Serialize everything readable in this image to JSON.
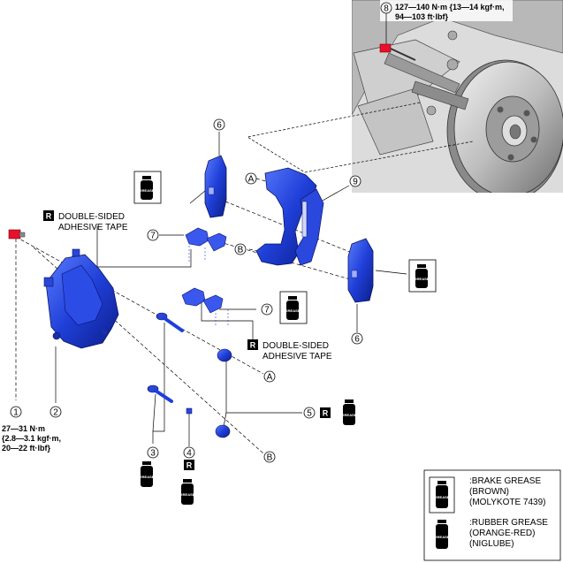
{
  "callouts": {
    "c1": "1",
    "c2": "2",
    "c3": "3",
    "c4": "4",
    "c5": "5",
    "c6a": "6",
    "c6b": "6",
    "c7a": "7",
    "c7b": "7",
    "c8": "8",
    "c9": "9"
  },
  "refs": {
    "a1": "A",
    "a2": "A",
    "b1": "B",
    "b2": "B"
  },
  "r_mark": "R",
  "grease_icon_text": "GREASE",
  "torque_1": [
    "27—31 N·m",
    "{2.8—3.1 kgf·m,",
    "20—22 ft·lbf}"
  ],
  "torque_8": [
    "127—140 N·m {13—14 kgf·m,",
    "94—103 ft·lbf}"
  ],
  "tape_1": [
    "DOUBLE-SIDED",
    "ADHESIVE TAPE"
  ],
  "tape_2": [
    "DOUBLE-SIDED",
    "ADHESIVE TAPE"
  ],
  "legend": {
    "brake": [
      ":BRAKE GREASE",
      "(BROWN)",
      "(MOLYKOTE 7439)"
    ],
    "rubber": [
      ":RUBBER GREASE",
      "(ORANGE-RED)",
      "(NIGLUBE)"
    ]
  },
  "colors": {
    "part_blue": "#1f3fd8",
    "bolt_red": "#e8102a",
    "outline": "#000000"
  }
}
